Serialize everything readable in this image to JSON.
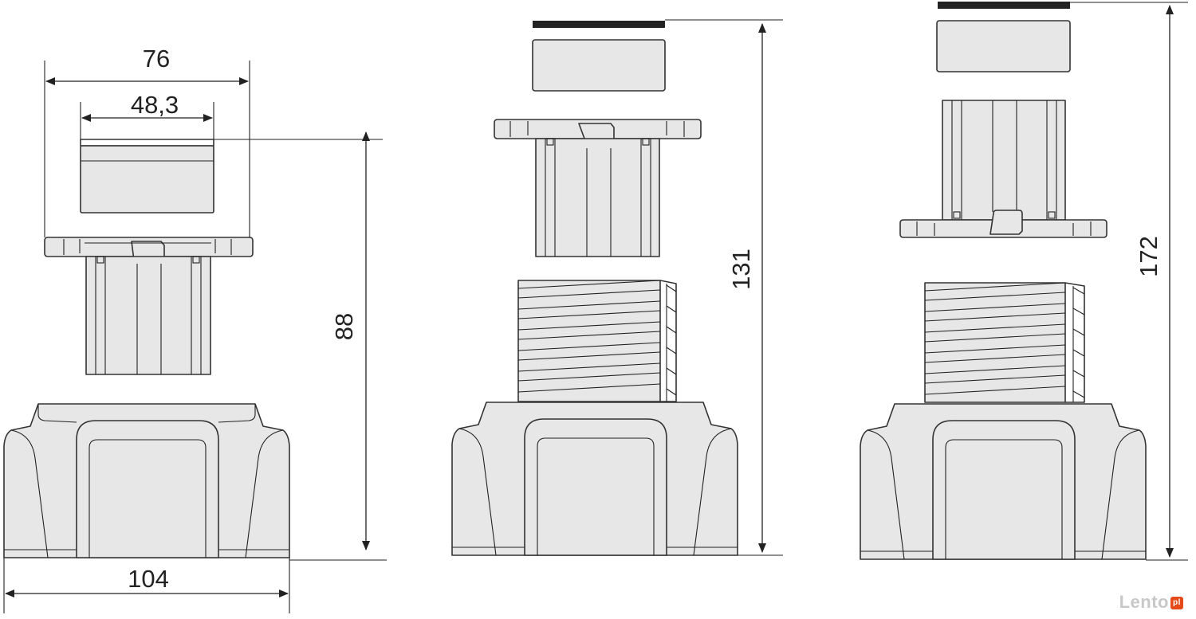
{
  "dimensions": {
    "outer_width": "76",
    "inner_width": "48,3",
    "base_width": "104",
    "height_min": "88",
    "height_mid": "131",
    "height_max": "172"
  },
  "watermark": {
    "text": "Lento",
    "badge": "pl"
  },
  "colors": {
    "fill": "#e7e7e7",
    "stroke": "#333333",
    "accent": "#e64a19"
  }
}
